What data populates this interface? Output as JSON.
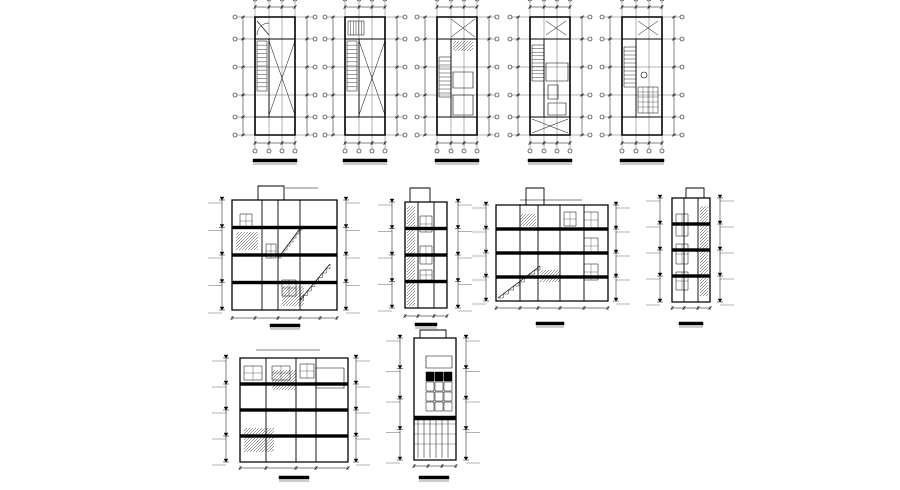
{
  "drawing": {
    "ink_color": "#000000",
    "background_color": "#ffffff",
    "views": [
      {
        "group": "floor-plans",
        "count": 5
      },
      {
        "group": "sections",
        "count": 4
      },
      {
        "group": "elevations",
        "count": 2
      }
    ]
  }
}
